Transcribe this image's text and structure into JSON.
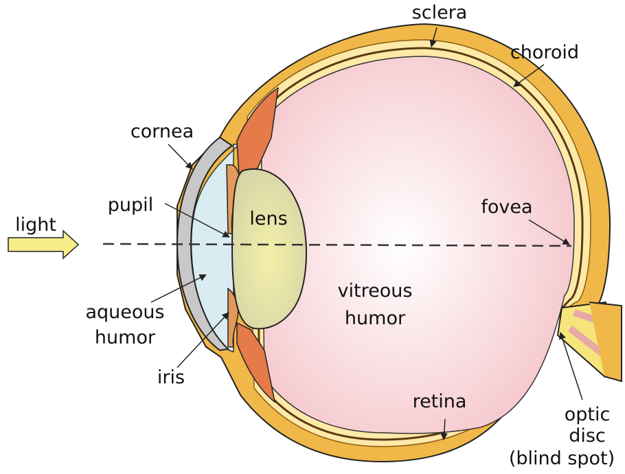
{
  "labels": {
    "sclera": "sclera",
    "choroid": "choroid",
    "cornea": "cornea",
    "pupil": "pupil",
    "lens": "lens",
    "light": "light",
    "fovea": "fovea",
    "vitreous_line1": "vitreous",
    "vitreous_line2": "humor",
    "aqueous_line1": "aqueous",
    "aqueous_line2": "humor",
    "iris": "iris",
    "retina": "retina",
    "optic_line1": "optic",
    "optic_line2": "disc",
    "optic_line3": "(blind spot)"
  },
  "colors": {
    "sclera": "#f0b848",
    "choroid": "#fde9a8",
    "vitreous_center": "#ffffff",
    "vitreous_edge": "#f5c9cc",
    "aqueous": "#d8ecf2",
    "cornea": "#c8c8c8",
    "lens": "#e2dfa8",
    "iris": "#e0703c",
    "light_arrow": "#f7ee8a",
    "outline": "#222222"
  }
}
